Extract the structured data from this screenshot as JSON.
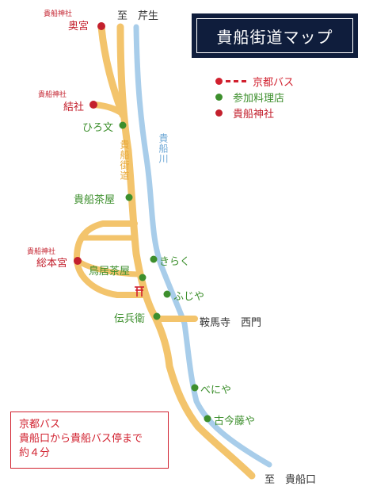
{
  "title": "貴船街道マップ",
  "colors": {
    "road": "#f3c46c",
    "river": "#a8cdea",
    "bus": "#d1202e",
    "shrine": "#c3202d",
    "restaurant": "#3d8f2d",
    "title_bg": "#0f1d3c"
  },
  "legend": [
    {
      "kind": "bus",
      "label": "京都バス"
    },
    {
      "kind": "restaurant",
      "label": "参加料理店"
    },
    {
      "kind": "shrine",
      "label": "貴船神社"
    }
  ],
  "directions": {
    "north": "至　芹生",
    "south": "至　貴船口"
  },
  "road_label": "貴船街道",
  "river_label": "貴船川",
  "shrines": [
    {
      "prefix": "貴船神社",
      "name": "奥宮"
    },
    {
      "prefix": "貴船神社",
      "name": "結社"
    },
    {
      "prefix": "貴船神社",
      "name": "総本宮"
    }
  ],
  "restaurants": [
    "ひろ文",
    "貴船茶屋",
    "きらく",
    "鳥居茶屋",
    "ふじや",
    "伝兵衛",
    "べにや",
    "古今藤や"
  ],
  "landmarks": {
    "kurama_gate": "鞍馬寺　西門",
    "torii_icon": "torii-icon"
  },
  "bus_info": {
    "line1": "京都バス",
    "line2": "貴船口から貴船バス停まで",
    "line3": "約４分"
  }
}
